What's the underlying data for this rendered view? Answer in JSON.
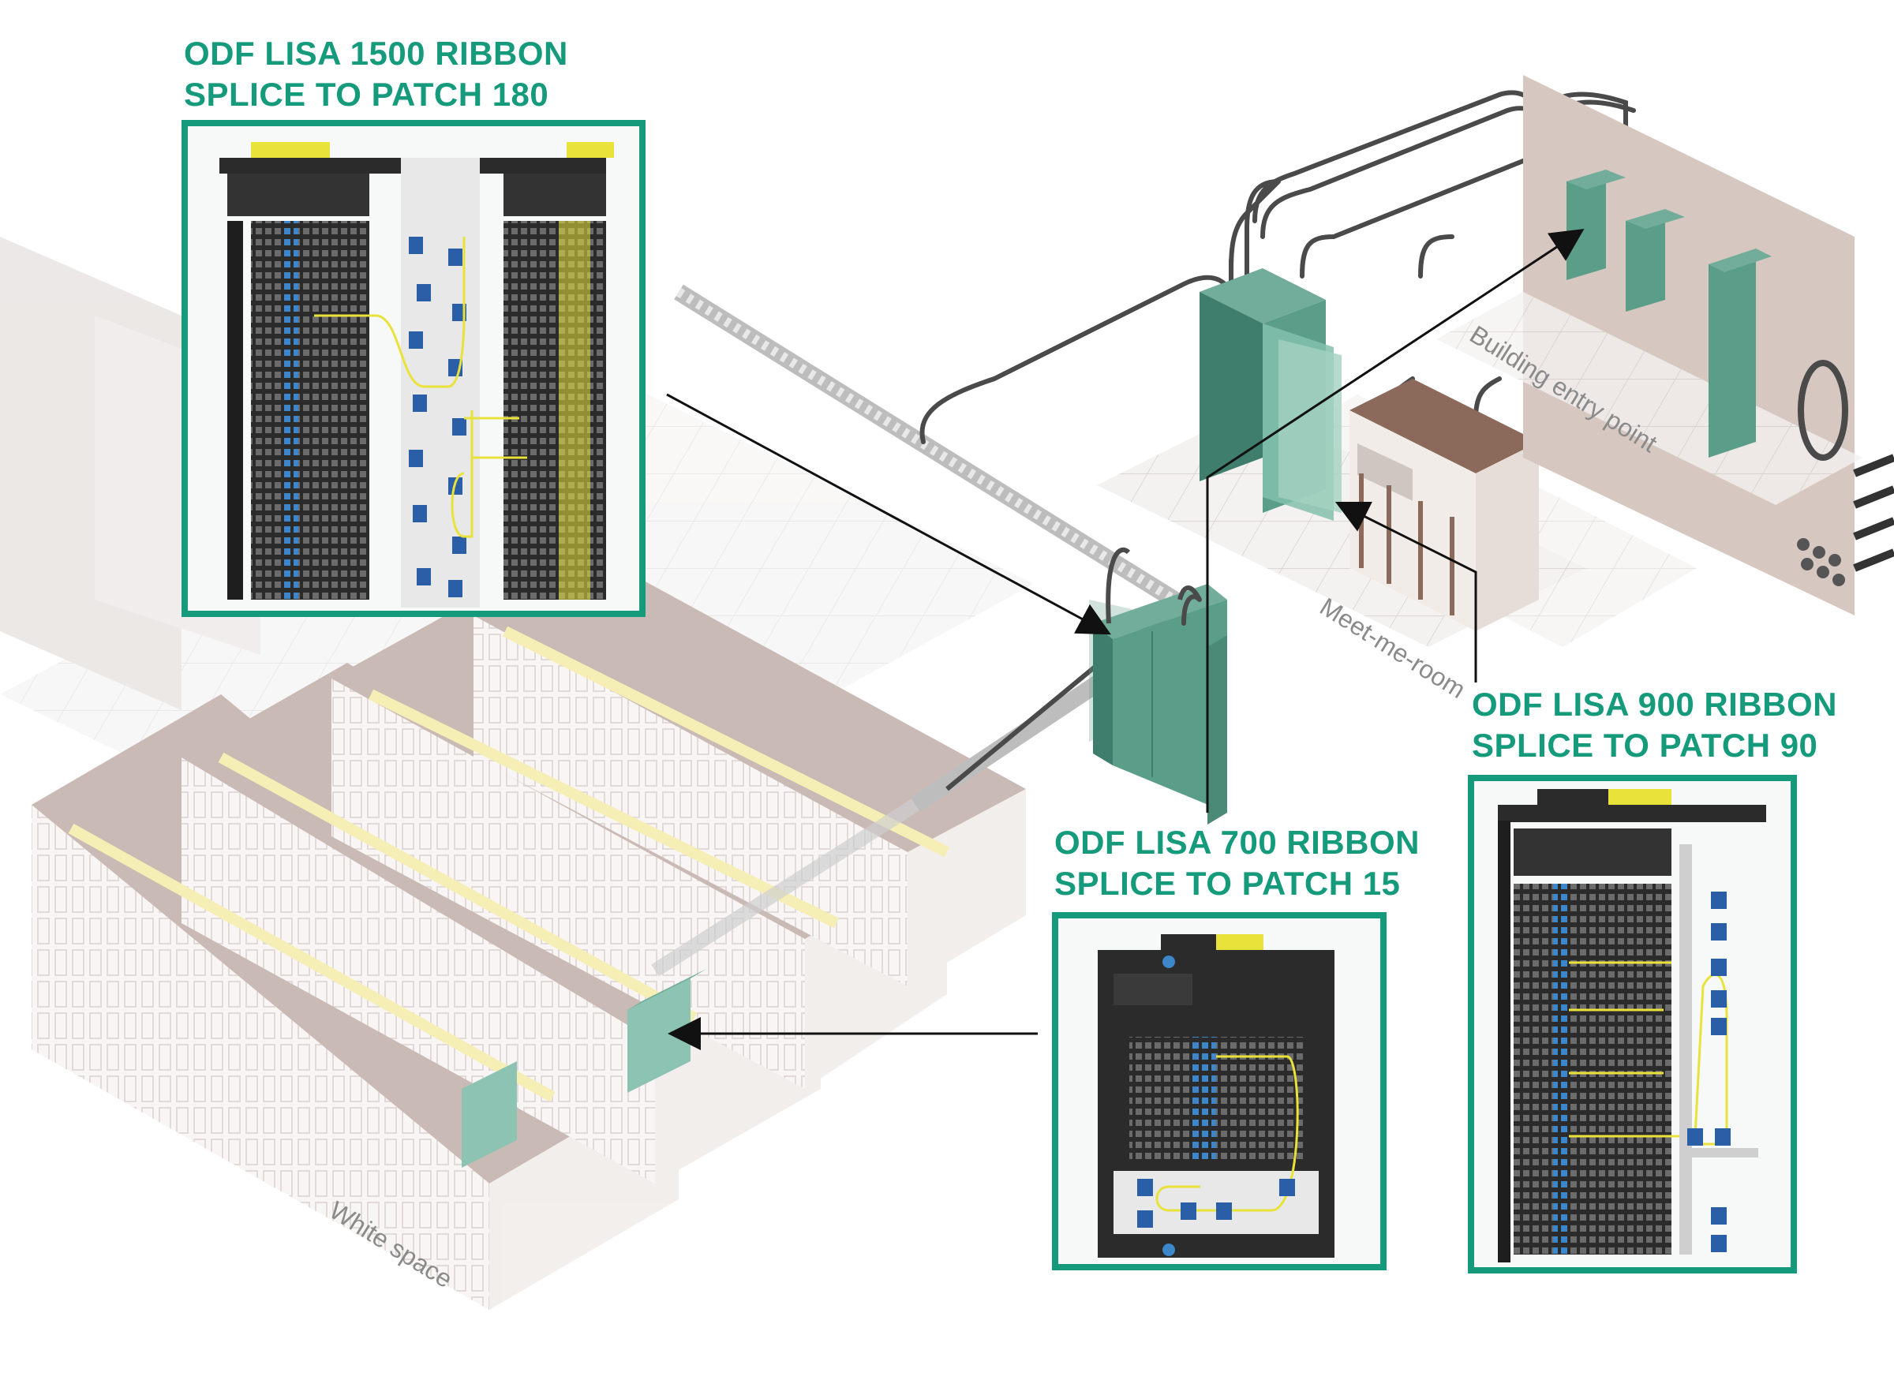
{
  "callouts": {
    "lisa1500": {
      "line1": "ODF LISA 1500 RIBBON",
      "line2": "SPLICE TO PATCH 180"
    },
    "lisa900": {
      "line1": "ODF LISA 900 RIBBON",
      "line2": "SPLICE TO PATCH 90"
    },
    "lisa700": {
      "line1": "ODF LISA 700 RIBBON",
      "line2": "SPLICE TO PATCH 15"
    }
  },
  "areas": {
    "building_entry": "Building entry point",
    "meet_me_room": "Meet-me-room",
    "white_space": "White space"
  },
  "colors": {
    "accent": "#159b7c",
    "cabinet_green": "#5a9e8a",
    "rack_brown": "#8b6a5c",
    "cable_dark": "#4a4a4a",
    "fiber_yellow": "#e8e23a",
    "coupler_blue": "#2a5fa8"
  }
}
